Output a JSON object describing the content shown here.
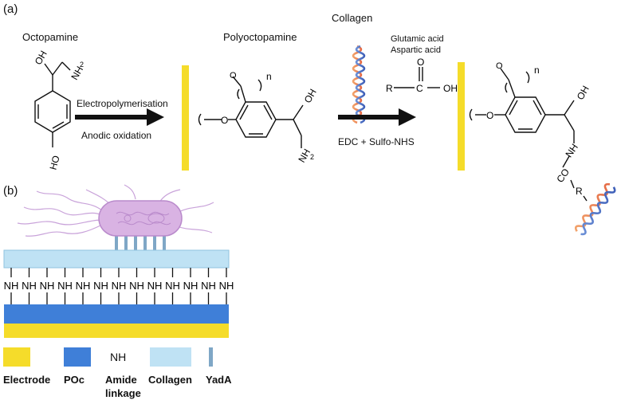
{
  "panel_labels": {
    "a": "(a)",
    "b": "(b)"
  },
  "reaction": {
    "octopamine": "Octopamine",
    "polyoctopamine": "Polyoctopamine",
    "collagen": "Collagen",
    "glutamic": "Glutamic acid",
    "aspartic": "Aspartic acid",
    "step1_top": "Electropolymerisation",
    "step1_bottom": "Anodic oxidation",
    "step2": "EDC + Sulfo-NHS"
  },
  "atoms": {
    "oh": "OH",
    "nh2": "NH",
    "nh2_sub": "2",
    "o": "O",
    "n": "n",
    "r": "R",
    "c": "C",
    "nh": "NH",
    "co": "CO",
    "ho": "HO"
  },
  "amide_label": "NH",
  "amide_count": 13,
  "legend": {
    "electrode": "Electrode",
    "poc": "POc",
    "nh": "NH",
    "amide_line1": "Amide",
    "amide_line2": "linkage",
    "collagen": "Collagen",
    "yada": "YadA"
  },
  "colors": {
    "electrode": "#f5dc2a",
    "poc": "#3f7fd8",
    "collagen": "#bfe2f4",
    "yada": "#7fa7c6",
    "bacterium": "#d9b3e3"
  }
}
